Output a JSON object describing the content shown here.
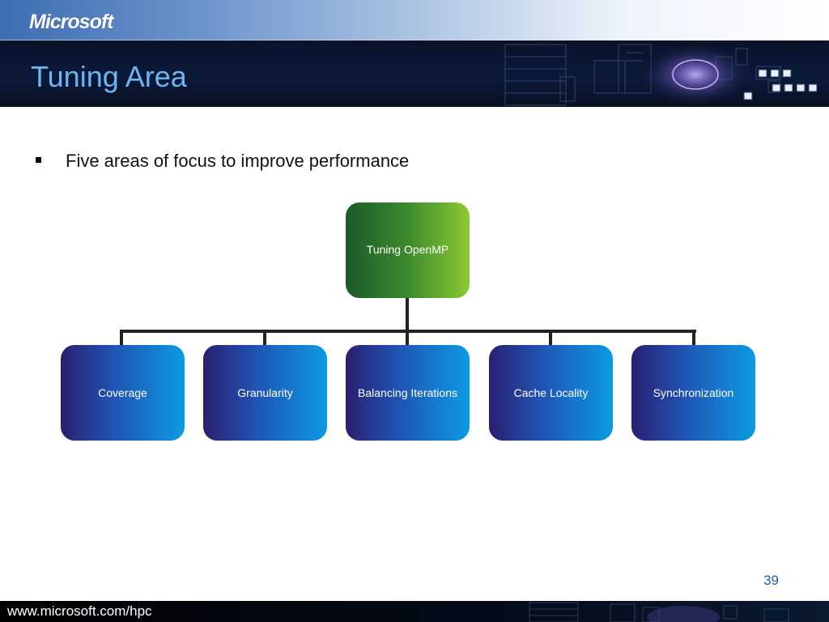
{
  "header": {
    "logo_text": "Microsoft",
    "title": "Tuning Area"
  },
  "bullets": [
    "Five areas of focus to improve performance"
  ],
  "diagram": {
    "root": {
      "label": "Tuning OpenMP",
      "color": "#3d8a2e"
    },
    "children": [
      {
        "label": "Coverage"
      },
      {
        "label": "Granularity"
      },
      {
        "label": "Balancing Iterations"
      },
      {
        "label": "Cache Locality"
      },
      {
        "label": "Synchronization"
      }
    ],
    "child_color": "#1f57b8"
  },
  "footer": {
    "url": "www.microsoft.com/hpc",
    "page_number": "39"
  },
  "colors": {
    "title": "#6fb4ee",
    "page_number": "#1f5fae",
    "header_dark": "#0b1a3a"
  }
}
